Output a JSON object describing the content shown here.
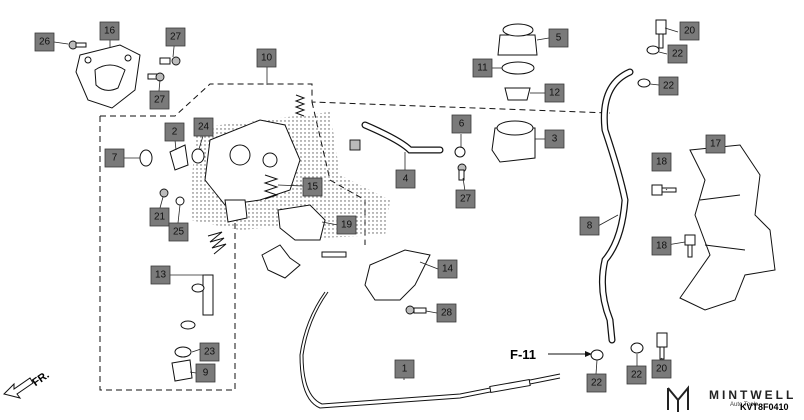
{
  "diagram": {
    "reference": "F-11",
    "code": "KVT8F0410",
    "direction": "FR.",
    "brand": "MINTWELL",
    "brand_tagline": "Auto Tools",
    "callouts": [
      "1",
      "2",
      "3",
      "4",
      "5",
      "6",
      "7",
      "8",
      "9",
      "10",
      "11",
      "12",
      "13",
      "14",
      "15",
      "16",
      "17",
      "18",
      "19",
      "20",
      "21",
      "22",
      "23",
      "24",
      "25",
      "26",
      "27",
      "28"
    ]
  }
}
